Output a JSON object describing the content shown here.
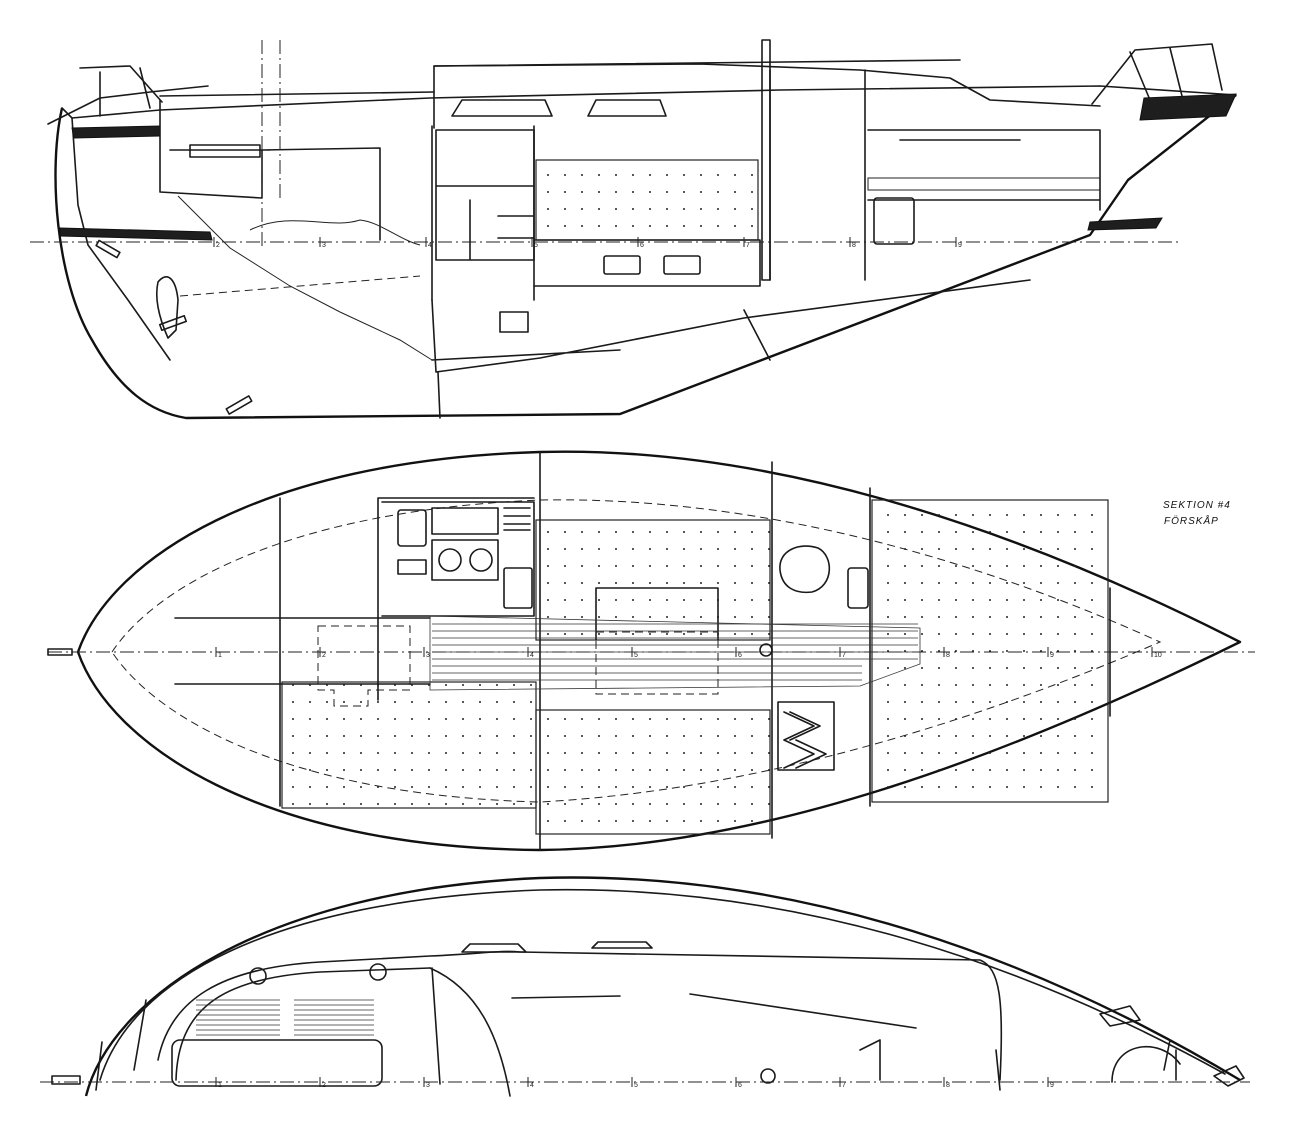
{
  "annotations": {
    "section_label": "SEKTION #4",
    "section_sub": "FÖRSKÅP"
  },
  "station_ticks": {
    "profile": [
      "2",
      "3",
      "4",
      "5",
      "6",
      "7",
      "8",
      "9"
    ],
    "plan": [
      "1",
      "2",
      "3",
      "4",
      "5",
      "6",
      "7",
      "8",
      "9",
      "10"
    ],
    "deck": [
      "1",
      "2",
      "3",
      "4",
      "5",
      "6",
      "7",
      "8",
      "9"
    ]
  },
  "views": [
    {
      "name": "inboard-profile"
    },
    {
      "name": "accommodation-plan"
    },
    {
      "name": "deck-plan"
    }
  ]
}
